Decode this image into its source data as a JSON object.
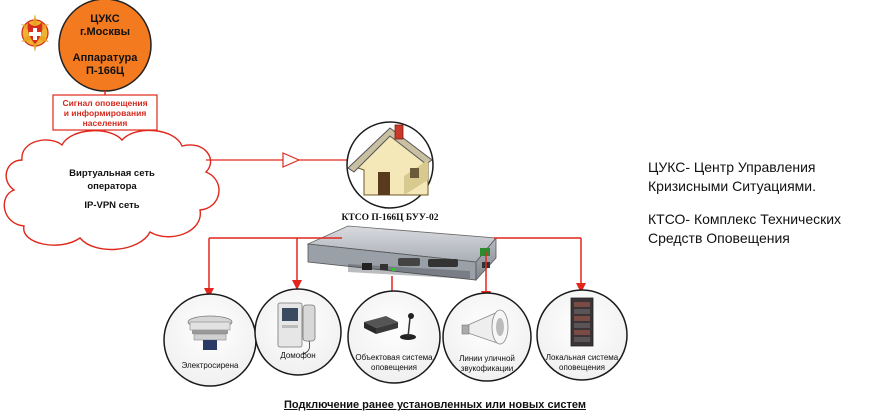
{
  "center": {
    "line1": "ЦУКС",
    "line2": "г.Москвы",
    "line3": "Аппаратура",
    "line4": "П-166Ц"
  },
  "signal_box": {
    "line1": "Сигнал оповещения",
    "line2": "и информирования",
    "line3": "населения"
  },
  "cloud": {
    "line1": "Виртуальная сеть",
    "line2": "оператора",
    "line3": "IP-VPN сеть"
  },
  "device_label": "КТСО П-166Ц БУУ-02",
  "devices": [
    {
      "icon": "siren-icon",
      "label1": "Электросирена",
      "label2": ""
    },
    {
      "icon": "intercom-icon",
      "label1": "Домофон",
      "label2": ""
    },
    {
      "icon": "pa-system-icon",
      "label1": "Объектовая система",
      "label2": "оповещения"
    },
    {
      "icon": "horn-loudspeaker-icon",
      "label1": "Линии уличной",
      "label2": "звукофикации"
    },
    {
      "icon": "rack-icon",
      "label1": "Локальная система",
      "label2": "оповещения"
    }
  ],
  "legend": {
    "line1": "ЦУКС- Центр Управления",
    "line2": "Кризисными Ситуациями.",
    "line3": "КТСО- Комплекс Технических",
    "line4": "Средств Оповещения"
  },
  "bottom_caption": "Подключение ранее установленных или новых систем",
  "colors": {
    "orange": "#f47a20",
    "red": "#e0281c",
    "arrow_red": "#e2261c"
  }
}
